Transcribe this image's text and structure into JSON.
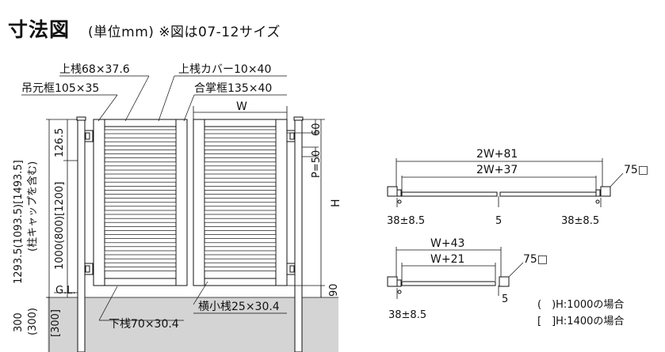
{
  "title": "寸法図",
  "subtitle": "(単位mm) ※図は07-12サイズ",
  "front": {
    "labels": {
      "top_rail": "上桟68×37.6",
      "top_cover": "上桟カバー10×40",
      "hinge_frame": "吊元框105×35",
      "meeting_frame": "合掌框135×40",
      "width": "W",
      "bottom_rail": "下桟70×30.4",
      "horizontal_slat": "横小桟25×30.4",
      "gl": "G.L.",
      "height": "H",
      "pitch": "P=50",
      "top_dim": "60",
      "bottom_gap": "90",
      "left_top": "126.5",
      "left_post_total": "1293.5(1093.5)[1493.5]",
      "left_post_note": "(柱キャップを含む)",
      "left_height": "1000(800)[1200]",
      "embed_1": "300",
      "embed_2": "(300)",
      "embed_3": "[300]"
    }
  },
  "plan_double": {
    "outer": "2W+81",
    "inner": "2W+37",
    "post": "75□",
    "left_offset": "38±8.5",
    "center_gap": "5",
    "right_offset": "38±8.5"
  },
  "plan_single": {
    "outer": "W+43",
    "inner": "W+21",
    "post": "75□",
    "gap": "5",
    "left_offset": "38±8.5"
  },
  "legend": {
    "line1": "(　)H:1000の場合",
    "line2": "[　]H:1400の場合"
  }
}
